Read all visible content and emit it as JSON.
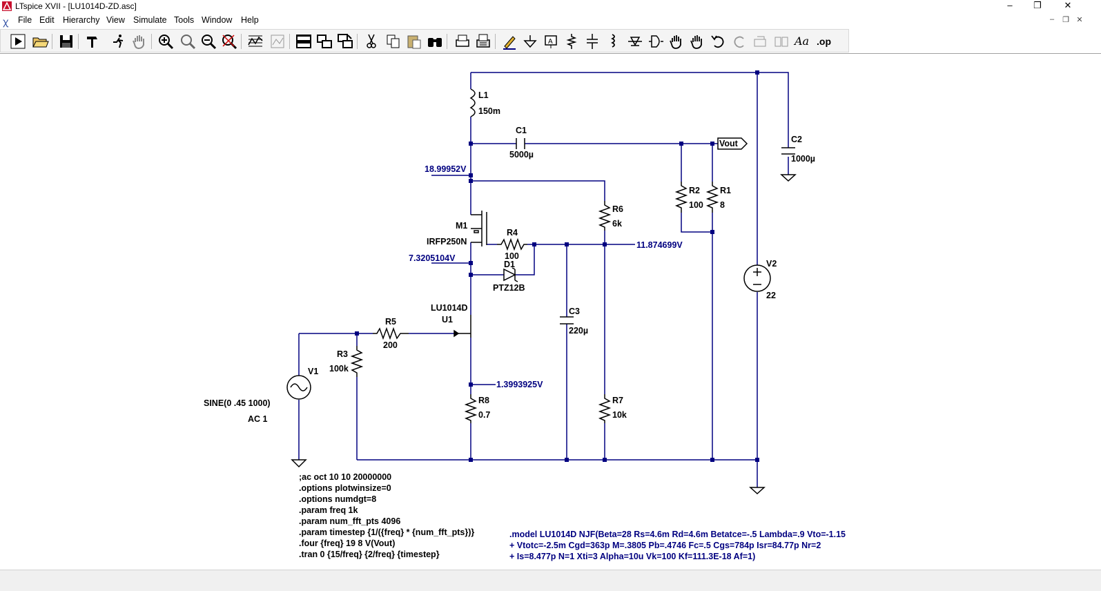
{
  "window": {
    "title": "LTspice XVII - [LU1014D-ZD.asc]",
    "minimize": "–",
    "maximize": "❐",
    "close": "✕"
  },
  "menu": {
    "items": [
      "File",
      "Edit",
      "Hierarchy",
      "View",
      "Simulate",
      "Tools",
      "Window",
      "Help"
    ],
    "mdi": [
      "–",
      "❐",
      "✕"
    ]
  },
  "toolbar": {
    "buttons": [
      "run",
      "open",
      "save",
      "control-panel",
      "pause",
      "pan",
      "zoom-in",
      "zoom-out",
      "zoom-fit",
      "zoom-reset",
      "autorange",
      "autorange-2",
      "tile-horizontal",
      "tile-vertical",
      "cascade",
      "cut",
      "copy",
      "paste",
      "find",
      "print-preview",
      "print",
      "wire",
      "ground",
      "label-net",
      "resistor",
      "capacitor",
      "inductor",
      "diode",
      "component",
      "move",
      "drag",
      "undo",
      "redo",
      "rotate",
      "mirror",
      "text",
      "spice-directive"
    ],
    "text_label": "Aa",
    "op_label": ".op"
  },
  "schematic": {
    "components": {
      "L1": {
        "name": "L1",
        "value": "150m"
      },
      "C1": {
        "name": "C1",
        "value": "5000µ"
      },
      "C2": {
        "name": "C2",
        "value": "1000µ"
      },
      "R1": {
        "name": "R1",
        "value": "8"
      },
      "R2": {
        "name": "R2",
        "value": "100"
      },
      "R3": {
        "name": "R3",
        "value": "100k"
      },
      "R4": {
        "name": "R4",
        "value": "100"
      },
      "R5": {
        "name": "R5",
        "value": "200"
      },
      "R6": {
        "name": "R6",
        "value": "6k"
      },
      "R7": {
        "name": "R7",
        "value": "10k"
      },
      "R8": {
        "name": "R8",
        "value": "0.7"
      },
      "C3": {
        "name": "C3",
        "value": "220µ"
      },
      "M1": {
        "name": "M1",
        "value": "IRFP250N"
      },
      "D1": {
        "name": "D1",
        "value": "PTZ12B"
      },
      "U1": {
        "name": "U1",
        "value": "LU1014D"
      },
      "V1": {
        "name": "V1",
        "value": "SINE(0 .45 1000)",
        "ac": "AC 1"
      },
      "V2": {
        "name": "V2",
        "value": "22"
      }
    },
    "net_label": "Vout",
    "voltages": {
      "top": "18.99952V",
      "mid": "7.3205104V",
      "gate": "11.874699V",
      "source": "1.3993925V"
    },
    "directives": [
      ";ac oct 10 10 20000000",
      ".options plotwinsize=0",
      ".options numdgt=8",
      ".param freq 1k",
      ".param num_fft_pts 4096",
      ".param timestep {1/({freq} * {num_fft_pts})}",
      ".four {freq} 19 8 V(Vout)",
      ".tran 0 {15/freq} {2/freq} {timestep}"
    ],
    "model": [
      ".model LU1014D NJF(Beta=28 Rs=4.6m Rd=4.6m Betatce=-.5 Lambda=.9 Vto=-1.15",
      "+ Vtotc=-2.5m Cgd=363p M=.3805 Pb=.4746 Fc=.5 Cgs=784p Isr=84.77p Nr=2",
      "+ Is=8.477p N=1 Xti=3 Alpha=10u Vk=100 Kf=111.3E-18 Af=1)"
    ],
    "colors": {
      "wire": "#000080",
      "component": "#000000",
      "junction": "#000080",
      "voltage_label": "#000080",
      "model_text": "#000080",
      "directive_text": "#000000"
    }
  }
}
